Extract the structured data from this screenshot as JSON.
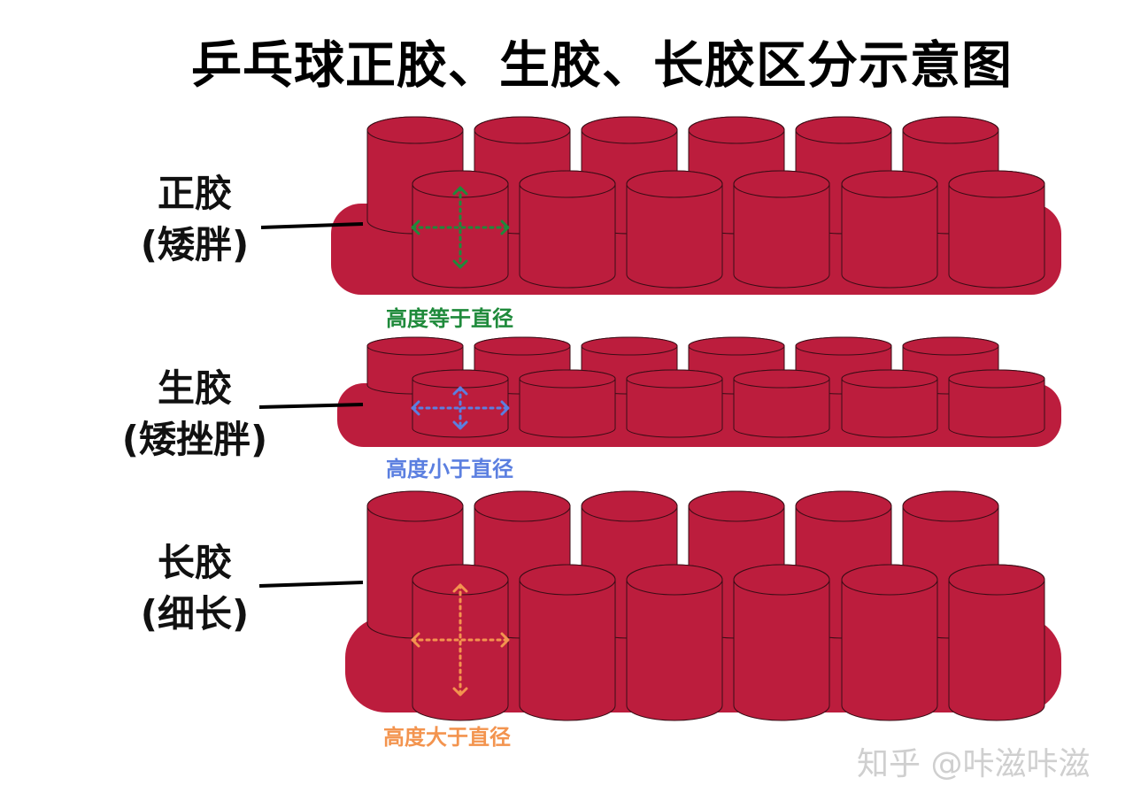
{
  "title": "乒乓球正胶、生胶、长胶区分示意图",
  "colors": {
    "rubber": "#bc1d3d",
    "stroke": "#3a0d16",
    "green": "#1f8a3b",
    "blue": "#5b7fe0",
    "orange": "#f3944f"
  },
  "sections": [
    {
      "name": "正胶",
      "sub": "(矮胖)",
      "caption": "高度等于直径",
      "arrow_color": "green"
    },
    {
      "name": "生胶",
      "sub": "(矮挫胖)",
      "caption": "高度小于直径",
      "arrow_color": "blue"
    },
    {
      "name": "长胶",
      "sub": "(细长)",
      "caption": "高度大于直径",
      "arrow_color": "orange"
    }
  ],
  "watermark": "知乎 @咔滋咔滋"
}
